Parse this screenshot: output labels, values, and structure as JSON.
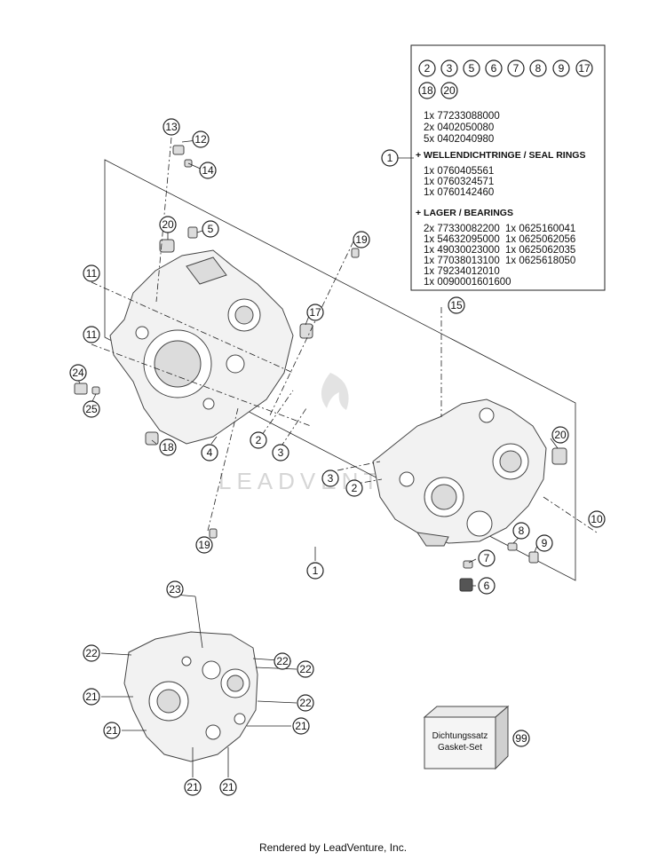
{
  "kit_box": {
    "ref_numbers": [
      "2",
      "3",
      "5",
      "6",
      "7",
      "8",
      "9",
      "17",
      "18",
      "20"
    ],
    "parts": [
      {
        "qty": "1x",
        "num": "77233088000"
      },
      {
        "qty": "2x",
        "num": "0402050080"
      },
      {
        "qty": "5x",
        "num": "0402040980"
      }
    ],
    "seal_heading": "+ WELLENDICHTRINGE / SEAL RINGS",
    "seal_parts": [
      {
        "qty": "1x",
        "num": "0760405561"
      },
      {
        "qty": "1x",
        "num": "0760324571"
      },
      {
        "qty": "1x",
        "num": "0760142460"
      }
    ],
    "bearing_heading": "+ LAGER / BEARINGS",
    "bearing_left": [
      {
        "qty": "2x",
        "num": "77330082200"
      },
      {
        "qty": "1x",
        "num": "54632095000"
      },
      {
        "qty": "1x",
        "num": "49030023000"
      },
      {
        "qty": "1x",
        "num": "77038013100"
      },
      {
        "qty": "1x",
        "num": "79234012010"
      },
      {
        "qty": "1x",
        "num": "0090001601600"
      }
    ],
    "bearing_right": [
      {
        "qty": "1x",
        "num": "0625160041"
      },
      {
        "qty": "1x",
        "num": "0625062056"
      },
      {
        "qty": "1x",
        "num": "0625062035"
      },
      {
        "qty": "1x",
        "num": "0625618050"
      }
    ]
  },
  "callouts": {
    "c1_box": "1",
    "c1_main": "1",
    "c2a": "2",
    "c2b": "2",
    "c3a": "3",
    "c3b": "3",
    "c4": "4",
    "c5": "5",
    "c6": "6",
    "c7": "7",
    "c8": "8",
    "c9": "9",
    "c10": "10",
    "c11a": "11",
    "c11b": "11",
    "c12": "12",
    "c13": "13",
    "c14": "14",
    "c15": "15",
    "c17": "17",
    "c18": "18",
    "c19a": "19",
    "c19b": "19",
    "c20a": "20",
    "c20b": "20",
    "c21a": "21",
    "c21b": "21",
    "c21c": "21",
    "c21d": "21",
    "c21e": "21",
    "c22a": "22",
    "c22b": "22",
    "c22c": "22",
    "c22d": "22",
    "c23": "23",
    "c24": "24",
    "c25": "25",
    "c99": "99"
  },
  "gasket_set": {
    "line1": "Dichtungssatz",
    "line2": "Gasket-Set"
  },
  "watermark": "LEADVENTURE",
  "footer": "Rendered by LeadVenture, Inc."
}
